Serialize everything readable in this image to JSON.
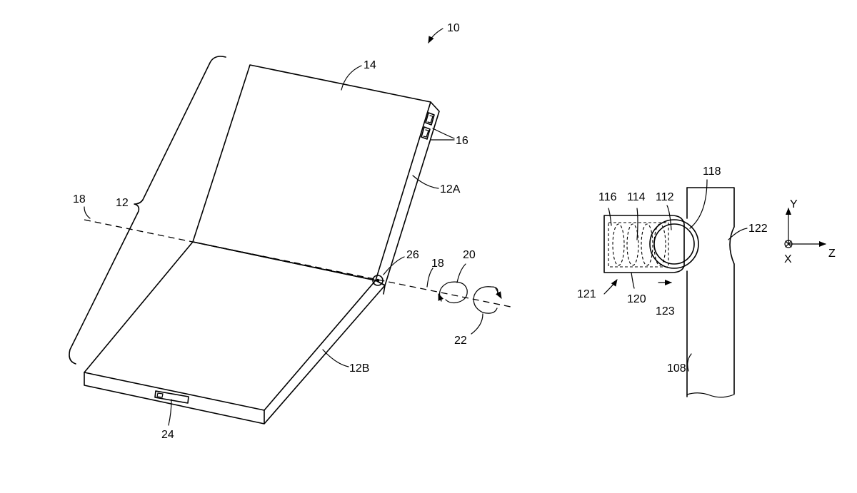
{
  "labels": {
    "device_ref": "10",
    "housing_ref": "12",
    "top_surface_ref": "14",
    "buttons_ref": "16",
    "axis_ref_left": "18",
    "axis_ref_right": "18",
    "rotation_a_ref": "20",
    "rotation_b_ref": "22",
    "connector_ref": "24",
    "hinge_ref": "26",
    "upper_half_ref": "12A",
    "lower_half_ref": "12B",
    "shaft_ref": "112",
    "spring_ref": "114",
    "cavity_ref": "116",
    "ball_ref": "118",
    "body_ref": "120",
    "assembly_ref": "121",
    "notch_ref": "122",
    "motion_ref": "123",
    "member_ref": "108",
    "axis_y": "Y",
    "axis_z": "Z",
    "axis_x": "X"
  }
}
